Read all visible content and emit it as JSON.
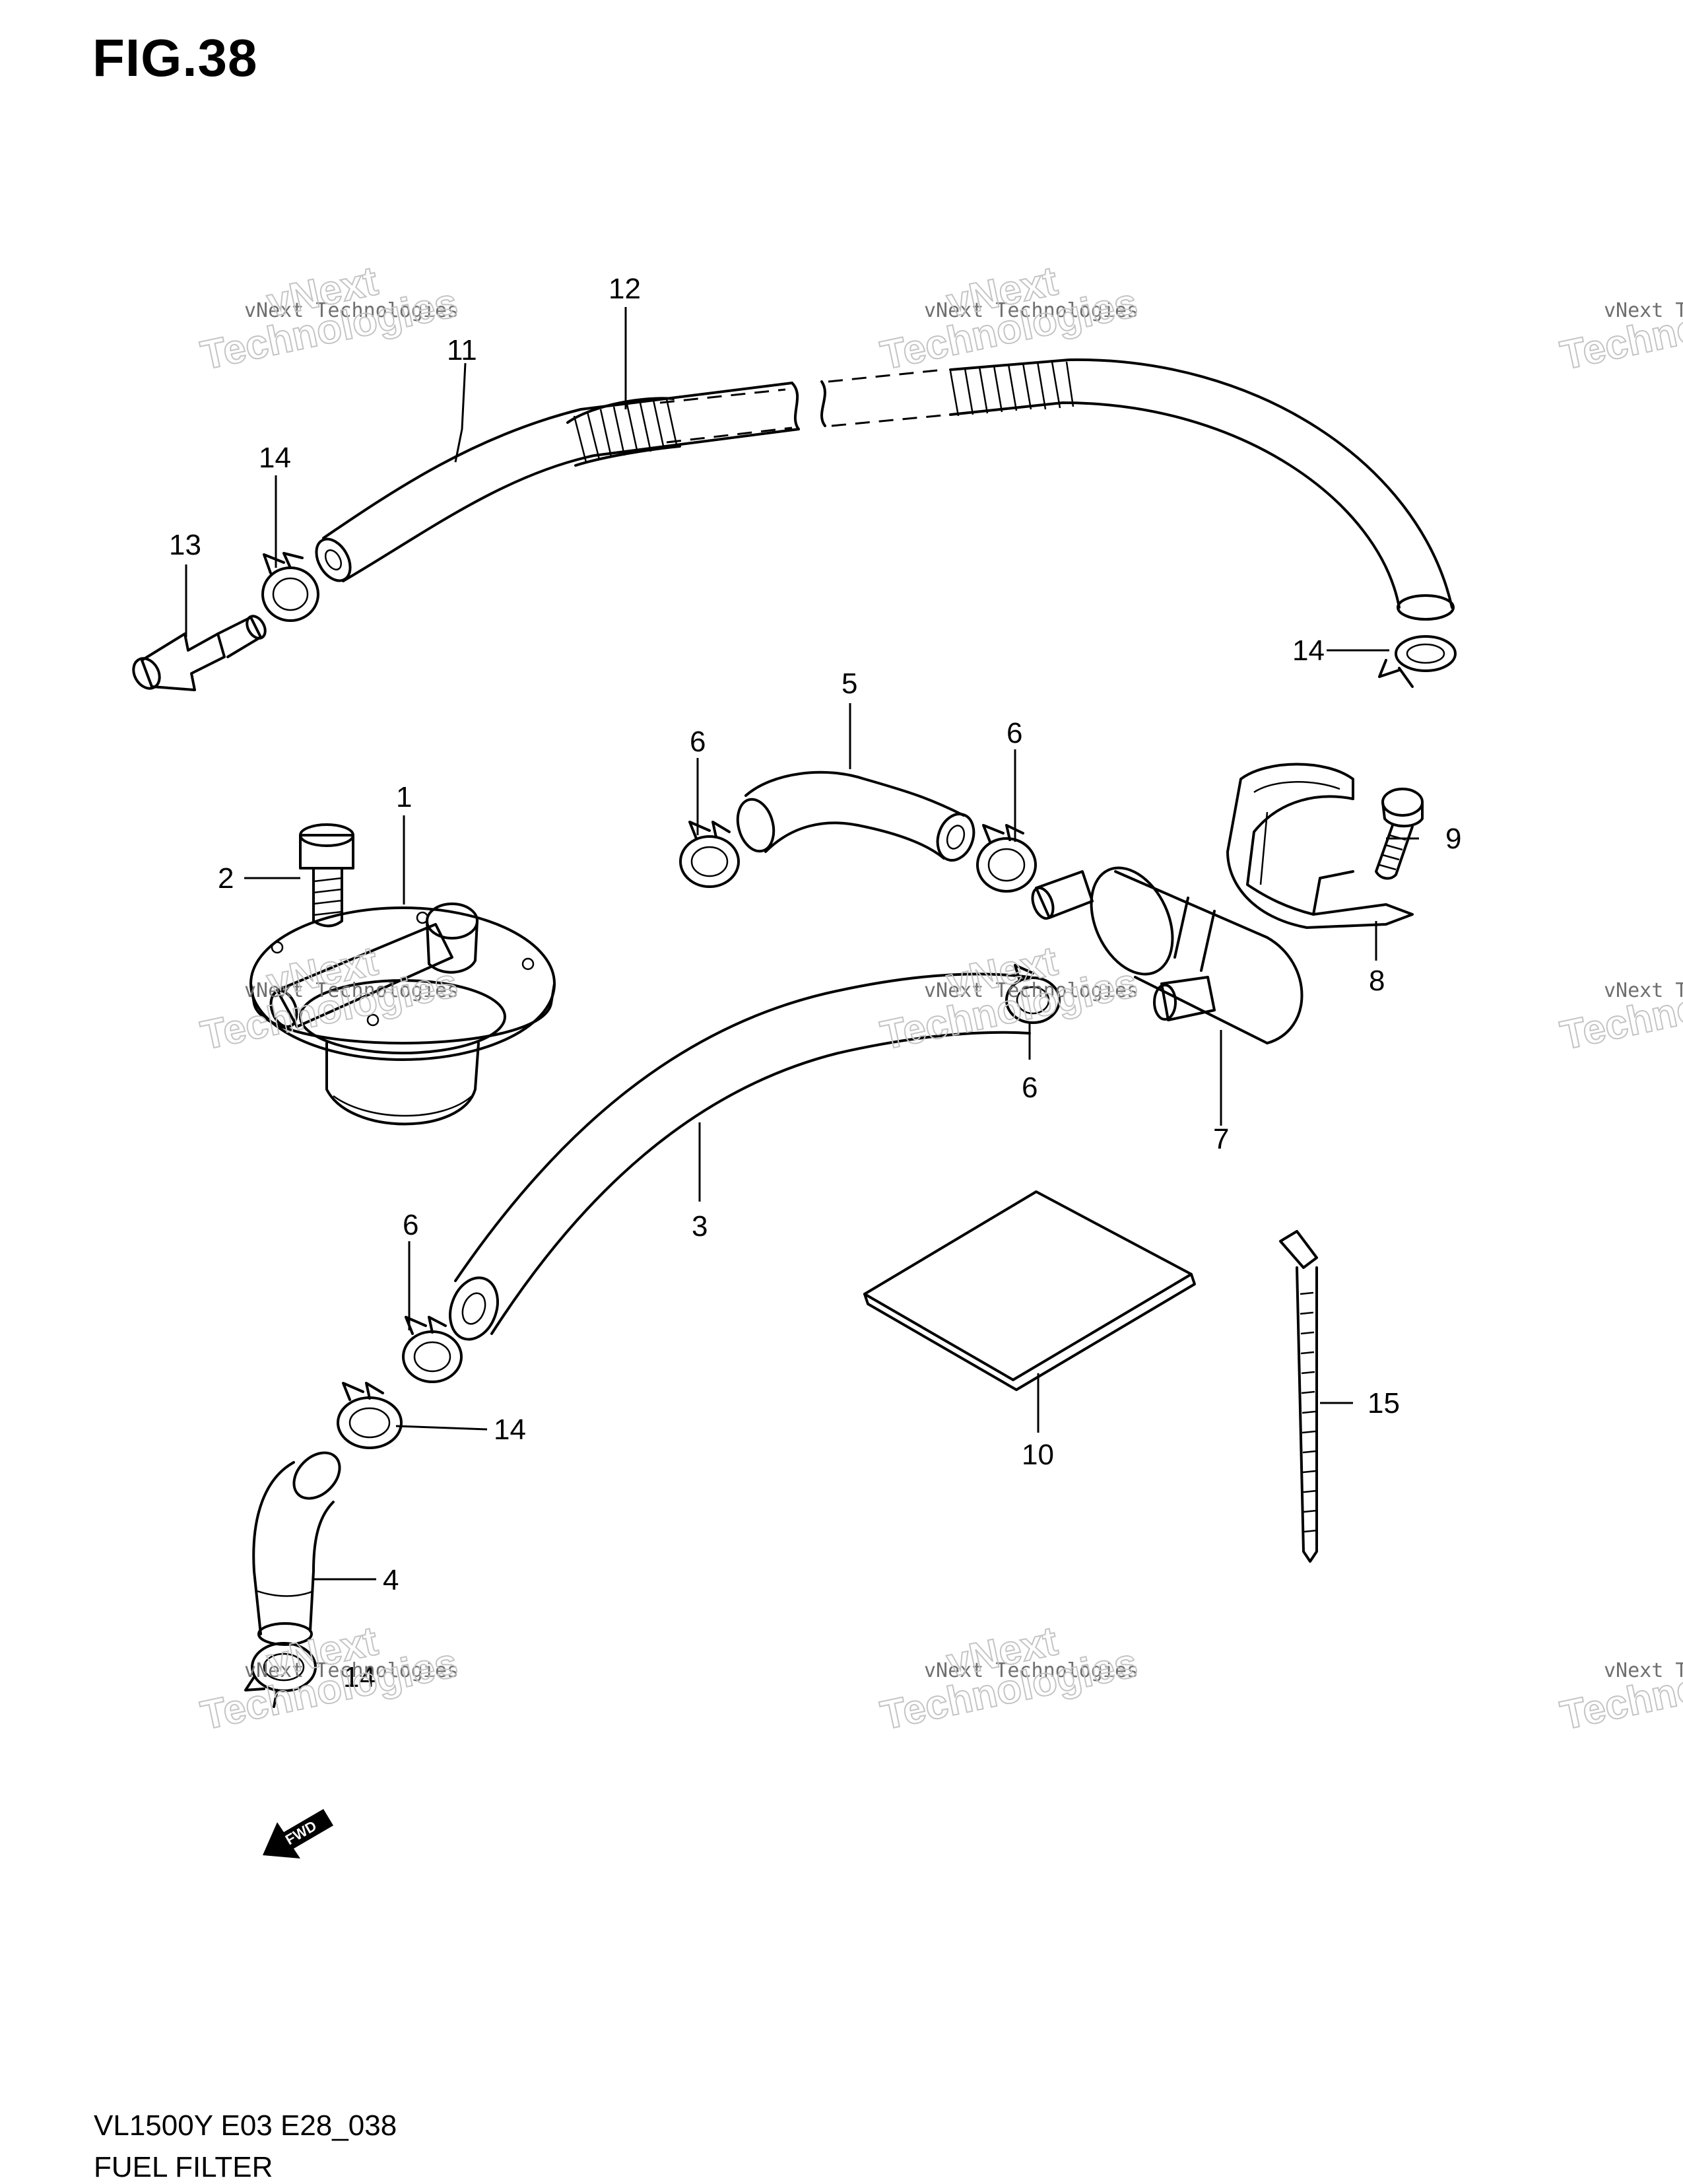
{
  "figure": {
    "title": "FIG.38",
    "model_code": "VL1500Y E03 E28_038",
    "section_name": "FUEL FILTER"
  },
  "watermark": {
    "line1": "vNext Technologies",
    "line2a": "vNext",
    "line2b": "Technologies"
  },
  "direction_marker": {
    "label": "FWD"
  },
  "callouts": {
    "c1": "1",
    "c2": "2",
    "c3": "3",
    "c4": "4",
    "c5": "5",
    "c6a": "6",
    "c6b": "6",
    "c6c": "6",
    "c6d": "6",
    "c7": "7",
    "c8": "8",
    "c9": "9",
    "c10": "10",
    "c11": "11",
    "c12": "12",
    "c13": "13",
    "c14a": "14",
    "c14b": "14",
    "c14c": "14",
    "c14d": "14",
    "c15": "15"
  },
  "colors": {
    "line": "#000000",
    "watermark": "#c4c4c4",
    "background": "#ffffff"
  }
}
